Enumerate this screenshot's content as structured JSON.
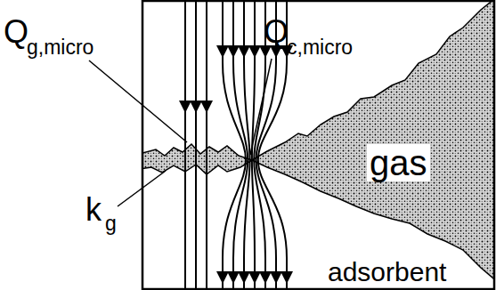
{
  "diagram": {
    "labels": [
      "Q",
      "g,micro",
      "Q",
      "c,micro",
      "k",
      "g",
      "gas",
      "adsorbent"
    ]
  }
}
